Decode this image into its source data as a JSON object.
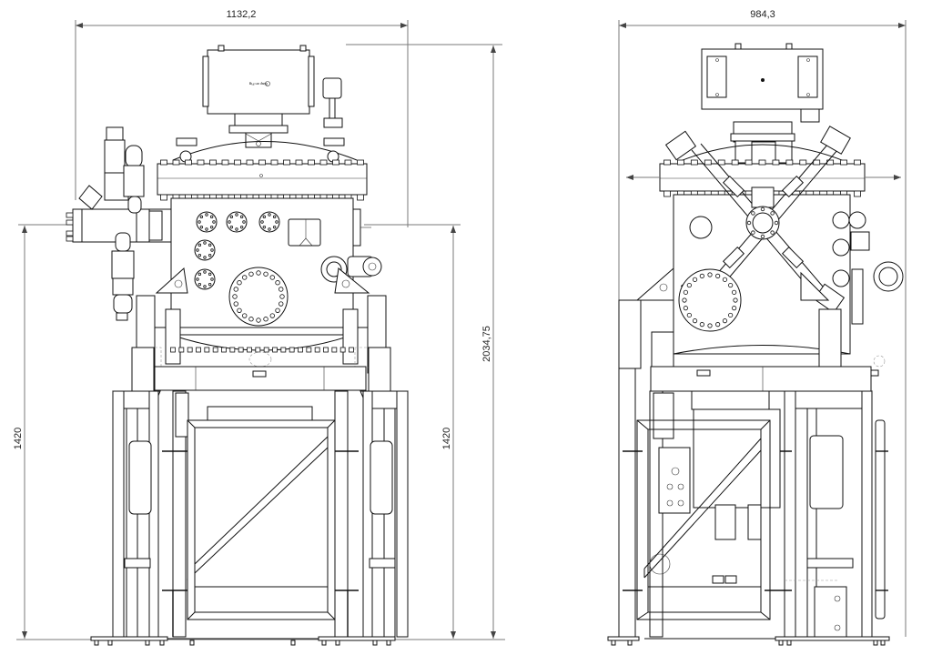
{
  "drawing": {
    "title": "Vacuum chamber assembly on support frame — front and side elevation",
    "line_color": "#111111",
    "dimension_color": "#7a7a7a",
    "background": "#ffffff"
  },
  "views": [
    {
      "name": "front-view",
      "dimensions": {
        "overall_width": "1132,2",
        "overall_height": "2034,75",
        "frame_height_left": "1420",
        "frame_height_right": "1420"
      },
      "components": [
        "actuator-box",
        "chamber-lid-flange",
        "chamber-body",
        "viewport-flange",
        "side-valve-assembly",
        "support-frame",
        "x-braced-cage",
        "base-plates"
      ]
    },
    {
      "name": "side-view",
      "dimensions": {
        "overall_width": "984,3"
      },
      "components": [
        "actuator-box",
        "chamber-lid-flange",
        "chamber-body",
        "crossed-ports",
        "cross-viewport",
        "side-ports",
        "support-frame",
        "x-braced-cage",
        "base-plates"
      ]
    }
  ]
}
